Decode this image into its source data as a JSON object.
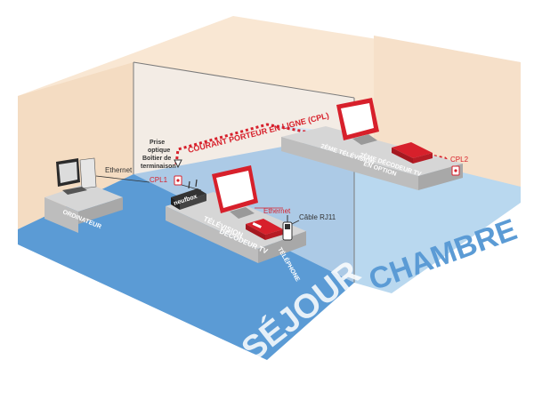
{
  "colors": {
    "wall": "#f9e7d3",
    "wall_shade": "#f2d9bf",
    "floor_blue": "#5b9bd5",
    "floor_light": "#b9d8ef",
    "furniture": "#cfcfcf",
    "furniture_dark": "#9e9e9e",
    "accent_red": "#d7202b",
    "glass": "#eef1f4"
  },
  "rooms": {
    "sejour": "SÉJOUR",
    "chambre": "CHAMBRE"
  },
  "cpl_line": {
    "label": "COURANT PORTEUR EN LIGNE (CPL)"
  },
  "labels": {
    "prise_optique_line1": "Prise",
    "prise_optique_line2": "optique",
    "boitier_line1": "Boîtier de",
    "boitier_line2": "terminaison",
    "cpl1": "CPL1",
    "cpl2": "CPL2",
    "ethernet_pc": "Ethernet",
    "ethernet_tv": "Ethernet",
    "cable_rj11": "Câble RJ11",
    "neufbox": "neufbox",
    "ordinateur": "ORDINATEUR",
    "television": "TÉLÉVISION",
    "decodeur_tv": "DÉCODEUR TV",
    "telephone": "TÉLÉPHONE",
    "television_2": "2ÈME TÉLÉVISION",
    "decodeur_2_line1": "2ÈME DÉCODEUR TV",
    "decodeur_2_line2": "EN OPTION"
  },
  "icons": {
    "computer": "computer-icon",
    "television": "television-icon",
    "decoder": "tv-decoder-icon",
    "phone": "phone-icon",
    "router": "router-icon",
    "outlet": "power-outlet-icon",
    "fiber": "fiber-socket-icon"
  }
}
